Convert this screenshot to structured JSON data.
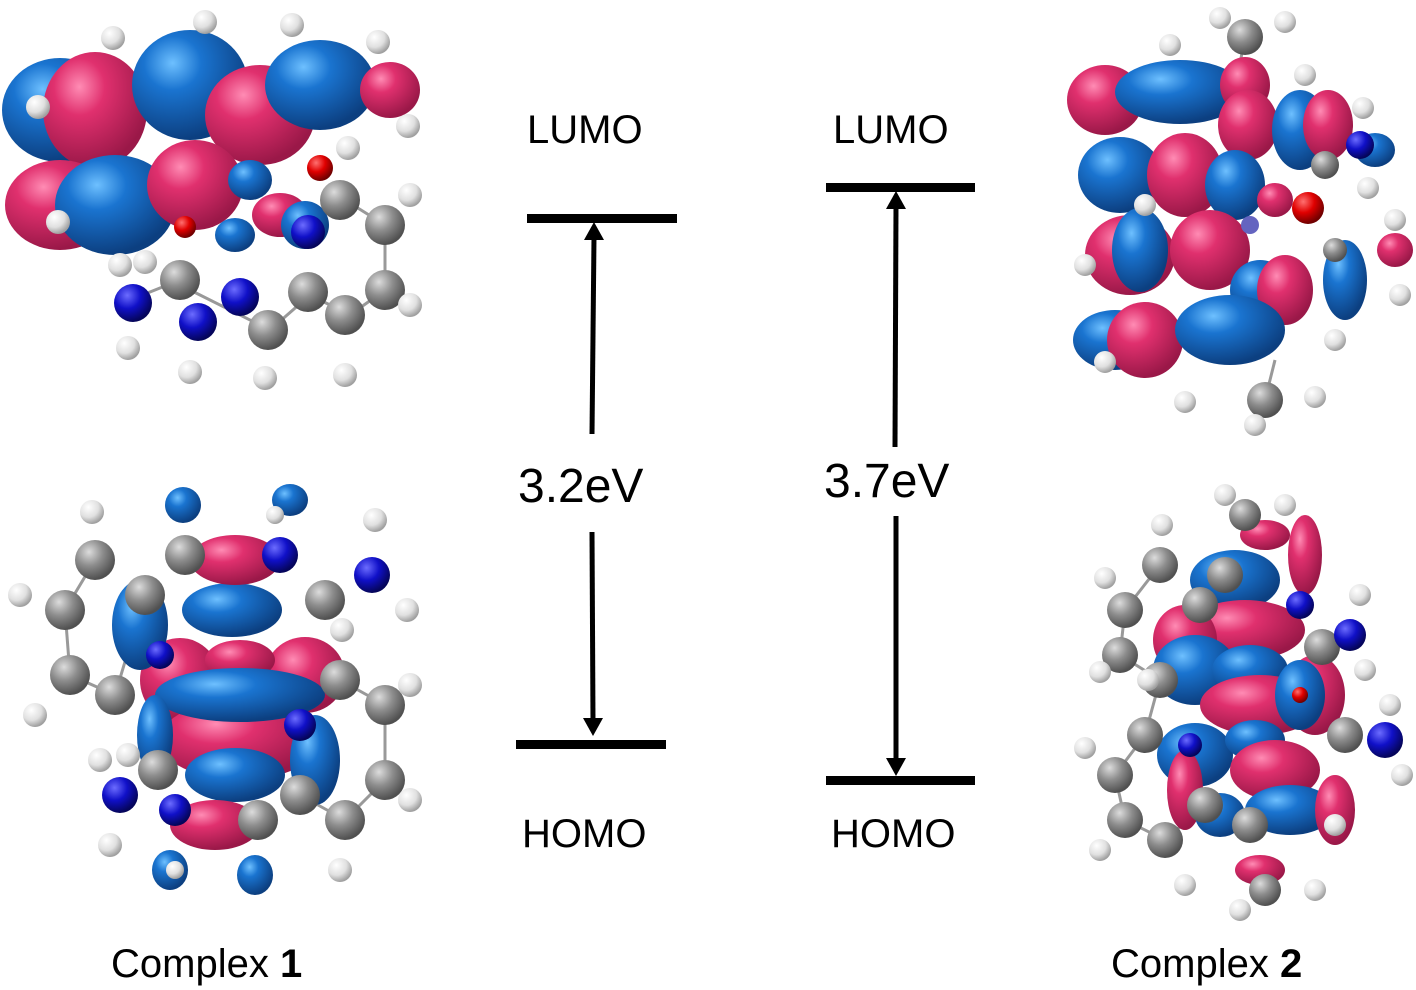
{
  "figure": {
    "type": "HOMO-LUMO frontier molecular orbital energy diagram",
    "colors": {
      "orbital_positive": "#e0306e",
      "orbital_negative": "#1a74d0",
      "carbon": "#8c8c8c",
      "hydrogen": "#e8e8e8",
      "nitrogen": "#1010c8",
      "oxygen": "#e00000",
      "metal": "#7070c8",
      "level_line": "#000000"
    }
  },
  "complex1": {
    "caption_prefix": "Complex ",
    "caption_number": "1",
    "lumo_label": "LUMO",
    "homo_label": "HOMO",
    "gap_label": "3.2eV",
    "gap_value_eV": 3.2
  },
  "complex2": {
    "caption_prefix": "Complex ",
    "caption_number": "2",
    "lumo_label": "LUMO",
    "homo_label": "HOMO",
    "gap_label": "3.7eV",
    "gap_value_eV": 3.7
  },
  "chart_data": {
    "type": "energy-level diagram",
    "title": "",
    "series": [
      {
        "name": "Complex 1",
        "levels": [
          "LUMO",
          "HOMO"
        ],
        "gap_eV": 3.2
      },
      {
        "name": "Complex 2",
        "levels": [
          "LUMO",
          "HOMO"
        ],
        "gap_eV": 3.7
      }
    ],
    "annotations": [
      "LUMO",
      "HOMO",
      "3.2eV",
      "3.7eV",
      "Complex 1",
      "Complex 2"
    ]
  }
}
